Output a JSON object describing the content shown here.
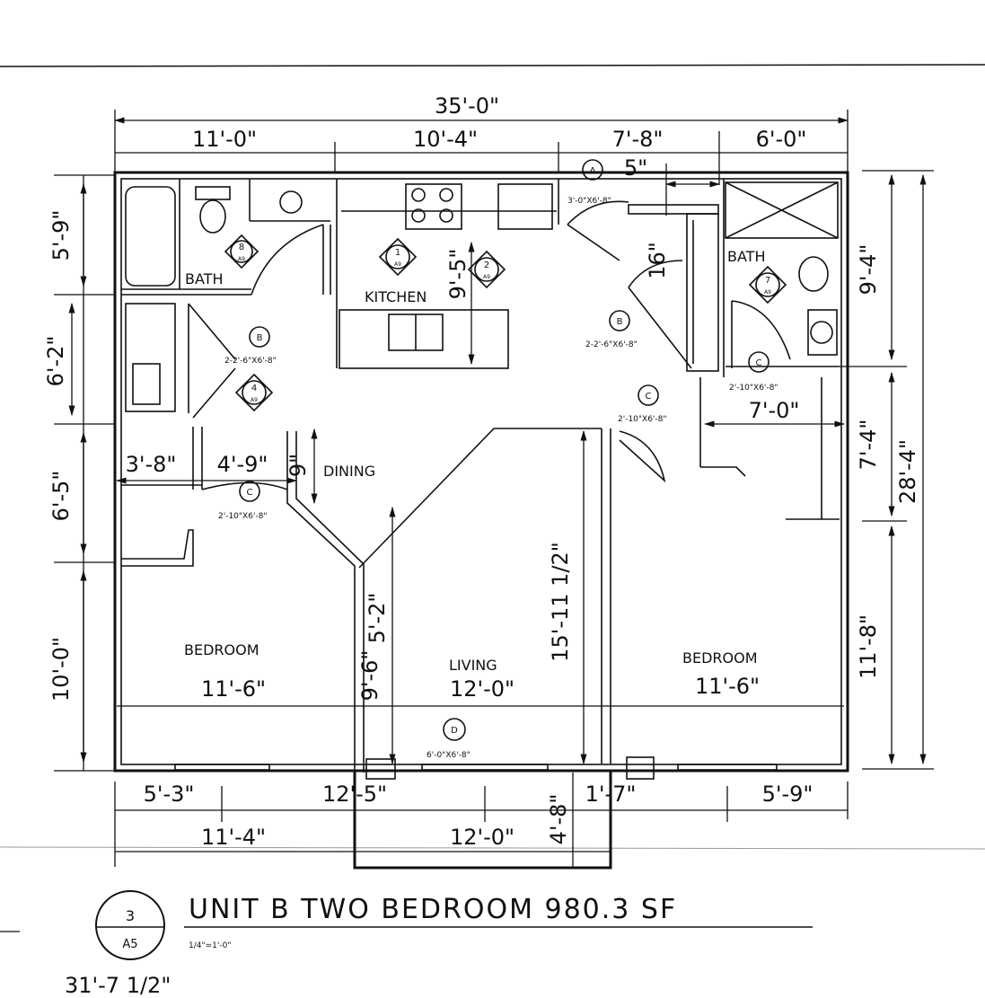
{
  "drawing": {
    "title_bubble_number": "3",
    "title_bubble_sheet": "A5",
    "title": "UNIT B TWO BEDROOM 980.3 SF",
    "scale": "1/4\"=1'-0\"",
    "bottom_note": "31'-7 1/2\""
  },
  "rooms": {
    "bath_left": "BATH",
    "kitchen": "KITCHEN",
    "bath_right": "BATH",
    "dining": "DINING",
    "bedroom_left": "BEDROOM",
    "bedroom_left_size": "11'-6\"",
    "living": "LIVING",
    "living_size": "12'-0\"",
    "bedroom_right": "BEDROOM",
    "bedroom_right_size": "11'-6\""
  },
  "dimensions": {
    "overall_top": "35'-0\"",
    "top_1": "11'-0\"",
    "top_2": "10'-4\"",
    "top_3": "7'-8\"",
    "top_4": "6'-0\"",
    "top_small": "5\"",
    "left_1": "5'-9\"",
    "left_2": "6'-2\"",
    "left_3": "6'-5\"",
    "left_4": "10'-0\"",
    "right_1": "9'-4\"",
    "right_2": "7'-4\"",
    "right_3": "11'-8\"",
    "right_overall": "28'-4\"",
    "kitchen_vertical": "9'-5\"",
    "closet_16": "16\"",
    "right_inner": "7'-0\"",
    "left_inner_1": "3'-8\"",
    "left_inner_2": "4'-9\"",
    "dining_small": "9\"",
    "living_vertical": "15'-11 1/2\"",
    "living_v2": "9'-6\"",
    "living_v3": "5'-2\"",
    "bottom_1": "5'-3\"",
    "bottom_2": "12'-5\"",
    "bottom_3": "1'-7\"",
    "bottom_4": "5'-9\"",
    "bottom_5": "11'-4\"",
    "bottom_6": "12'-0\"",
    "bottom_7": "4'-8\""
  },
  "tags": {
    "door_a": "A",
    "door_a_size": "3'-0\"X6'-8\"",
    "door_b1": "B",
    "door_b1_size": "2-2'-6\"X6'-8\"",
    "door_b2": "B",
    "door_b2_size": "2-2'-6\"X6'-8\"",
    "door_c1": "C",
    "door_c1_size": "2'-10\"X6'-8\"",
    "door_c2": "C",
    "door_c2_size": "2'-10\"X6'-8\"",
    "door_c3": "C",
    "door_c3_size": "2'-10\"X6'-8\"",
    "door_d": "D",
    "door_d_size": "6'-0\"X6'-8\"",
    "elev_8": "8",
    "elev_1": "1",
    "elev_2": "2",
    "elev_4": "4",
    "elev_7": "7",
    "elev_sheet": "A9"
  }
}
